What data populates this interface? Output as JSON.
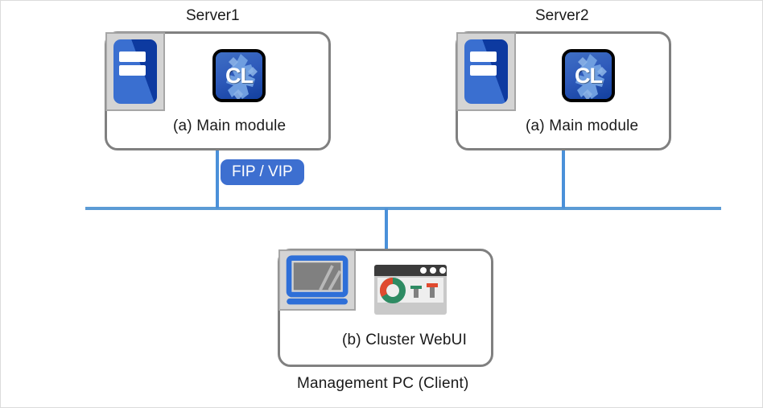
{
  "diagram": {
    "title_server1": "Server1",
    "title_server2": "Server2",
    "caption_management_pc": "Management PC (Client)",
    "fip_vip_label": "FIP / VIP",
    "colors": {
      "bus_line": "#5B9BD5",
      "vertical_link": "#4A90D9",
      "box_border": "#808080",
      "badge_bg": "#3D6FD0",
      "server_icon_blue": "#3A6FD0",
      "server_icon_dark_blue": "#0D3AA0",
      "cl_icon_border": "#000000",
      "cl_icon_blue": "#0F3FA8",
      "pc_monitor_blue": "#2E6FD8",
      "donut_green": "#2E8B63",
      "donut_red": "#E04A2F",
      "browser_titlebar": "#3B3B3B",
      "icon_frame_gray": "#D4D4D4"
    },
    "nodes": [
      {
        "id": "server1",
        "title": "Server1",
        "module_label": "(a) Main module",
        "server_icon_name": "server-rack-icon",
        "app_icon_name": "cl-cluster-icon",
        "app_icon_text": "CL"
      },
      {
        "id": "server2",
        "title": "Server2",
        "module_label": "(a) Main module",
        "server_icon_name": "server-rack-icon",
        "app_icon_name": "cl-cluster-icon",
        "app_icon_text": "CL"
      },
      {
        "id": "management_pc",
        "title": "Management PC (Client)",
        "module_label": "(b) Cluster WebUI",
        "pc_icon_name": "desktop-monitor-icon",
        "app_icon_name": "webui-dashboard-icon"
      }
    ],
    "connections": [
      {
        "from": "server1",
        "to": "network-bus",
        "label": "FIP / VIP"
      },
      {
        "from": "server2",
        "to": "network-bus",
        "label": ""
      },
      {
        "from": "management_pc",
        "to": "network-bus",
        "label": ""
      }
    ]
  }
}
